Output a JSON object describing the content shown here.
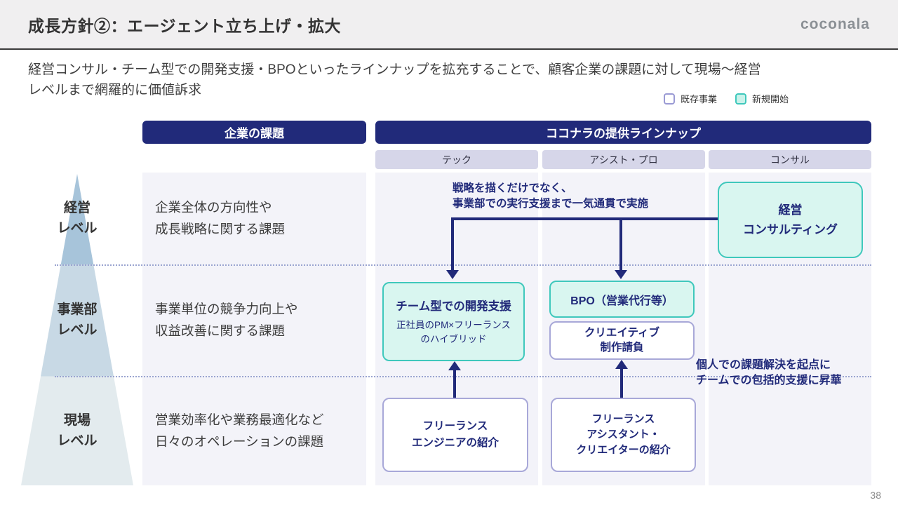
{
  "page": {
    "title": "成長方針②：エージェント立ち上げ・拡大",
    "logo": "coconala",
    "page_number": "38"
  },
  "intro": "経営コンサル・チーム型での開発支援・BPOといったラインナップを拡充することで、顧客企業の課題に対して現場〜経営\nレベルまで網羅的に価値訴求",
  "legend": {
    "existing": "既存事業",
    "new": "新規開始"
  },
  "headers": {
    "issues": "企業の課題",
    "lineup": "ココナラの提供ラインナップ"
  },
  "columns": {
    "tech": "テック",
    "assist": "アシスト・プロ",
    "consul": "コンサル"
  },
  "levels": {
    "management": {
      "label": "経営\nレベル",
      "issue": "企業全体の方向性や\n成長戦略に関する課題"
    },
    "division": {
      "label": "事業部\nレベル",
      "issue": "事業単位の競争力向上や\n収益改善に関する課題"
    },
    "field": {
      "label": "現場\nレベル",
      "issue": "営業効率化や業務最適化など\n日々のオペレーションの課題"
    }
  },
  "boxes": {
    "consulting": "経営\nコンサルティング",
    "team_dev_title": "チーム型での開発支援",
    "team_dev_subtitle": "正社員のPM×フリーランス\nのハイブリッド",
    "bpo": "BPO（営業代行等）",
    "creative": "クリエイティブ\n制作請負",
    "freelance_engineer": "フリーランス\nエンジニアの紹介",
    "freelance_assistant": "フリーランス\nアシスタント・\nクリエイターの紹介"
  },
  "annotations": {
    "strategy": "戦略を描くだけでなく、\n事業部での実行支援まで一気通貫で実施",
    "individual": "個人での課題解決を起点に\nチームでの包括的支援に昇華"
  },
  "colors": {
    "navy": "#212a7a",
    "teal_border": "#3fc8bc",
    "mint_fill": "#d9f6f0",
    "lavender_border": "#a8a8d8",
    "lavender_header": "#d6d6e9",
    "column_bg": "#f3f3f9",
    "header_band": "#f0eff0"
  }
}
